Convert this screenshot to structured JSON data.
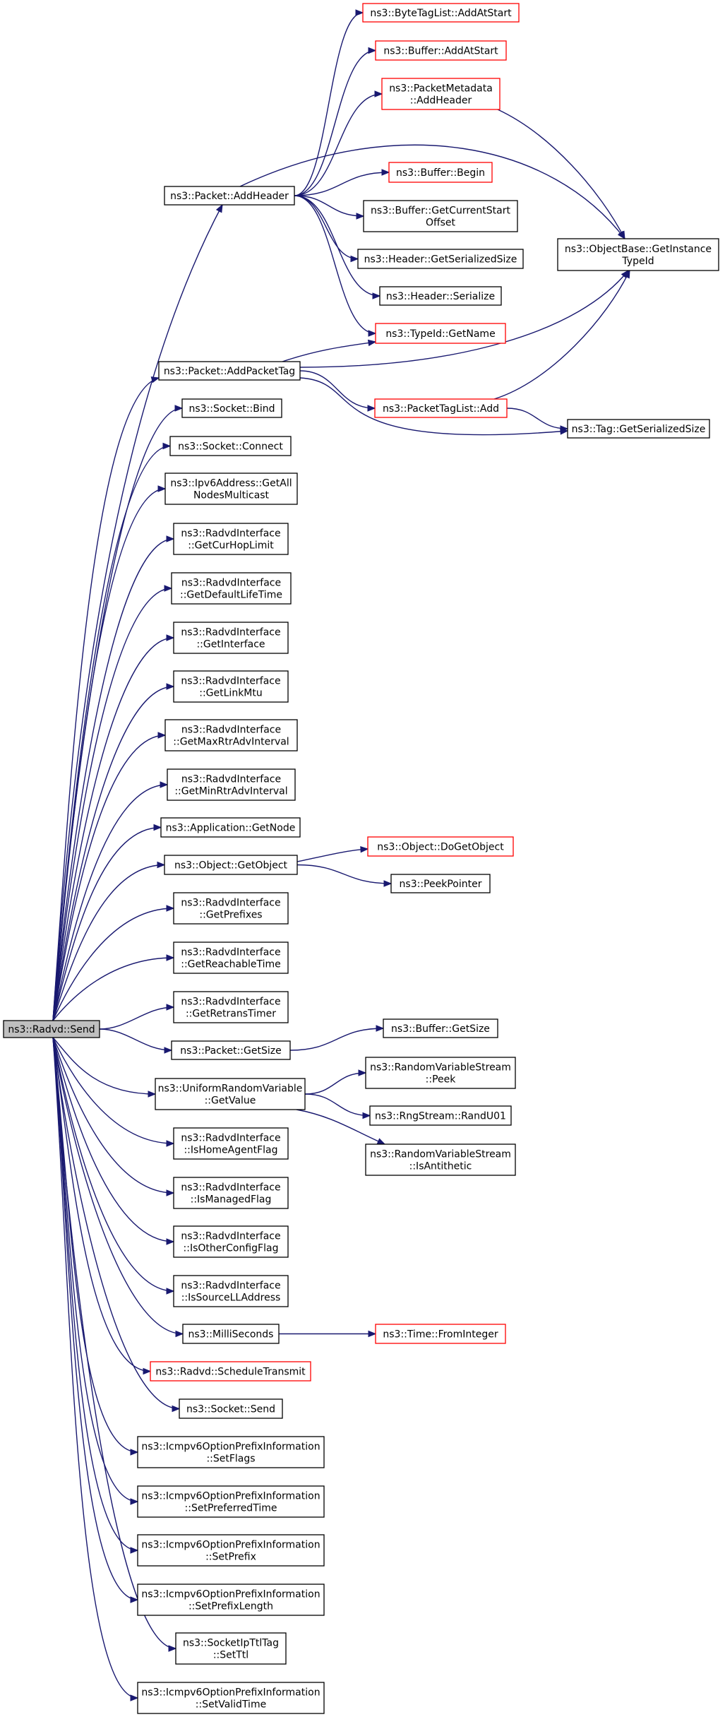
{
  "colors": {
    "edge": "#191970",
    "node_border": "#000000",
    "node_border_undocumented": "#ff0000",
    "root_fill": "#bfbfbf",
    "background": "#ffffff"
  },
  "nodes": [
    {
      "id": "radvd_send",
      "lines": [
        "ns3::Radvd::Send"
      ],
      "style": "root"
    },
    {
      "id": "packet_addheader",
      "lines": [
        "ns3::Packet::AddHeader"
      ],
      "style": "normal"
    },
    {
      "id": "bytetaglist_addatstart",
      "lines": [
        "ns3::ByteTagList::AddAtStart"
      ],
      "style": "red"
    },
    {
      "id": "buffer_addatstart",
      "lines": [
        "ns3::Buffer::AddAtStart"
      ],
      "style": "red"
    },
    {
      "id": "packetmetadata_addheader",
      "lines": [
        "ns3::PacketMetadata",
        "::AddHeader"
      ],
      "style": "red"
    },
    {
      "id": "buffer_begin",
      "lines": [
        "ns3::Buffer::Begin"
      ],
      "style": "red"
    },
    {
      "id": "buffer_getcurrentstartoffset",
      "lines": [
        "ns3::Buffer::GetCurrentStart",
        "Offset"
      ],
      "style": "normal"
    },
    {
      "id": "header_getserializedsize",
      "lines": [
        "ns3::Header::GetSerializedSize"
      ],
      "style": "normal"
    },
    {
      "id": "header_serialize",
      "lines": [
        "ns3::Header::Serialize"
      ],
      "style": "normal"
    },
    {
      "id": "typeid_getname",
      "lines": [
        "ns3::TypeId::GetName"
      ],
      "style": "red"
    },
    {
      "id": "objectbase_getinstancetypeid",
      "lines": [
        "ns3::ObjectBase::GetInstance",
        "TypeId"
      ],
      "style": "normal"
    },
    {
      "id": "packet_addpackettag",
      "lines": [
        "ns3::Packet::AddPacketTag"
      ],
      "style": "normal"
    },
    {
      "id": "packettaglist_add",
      "lines": [
        "ns3::PacketTagList::Add"
      ],
      "style": "red"
    },
    {
      "id": "tag_getserializedsize",
      "lines": [
        "ns3::Tag::GetSerializedSize"
      ],
      "style": "normal"
    },
    {
      "id": "socket_bind",
      "lines": [
        "ns3::Socket::Bind"
      ],
      "style": "normal"
    },
    {
      "id": "socket_connect",
      "lines": [
        "ns3::Socket::Connect"
      ],
      "style": "normal"
    },
    {
      "id": "ipv6address_getallnodesmulticast",
      "lines": [
        "ns3::Ipv6Address::GetAll",
        "NodesMulticast"
      ],
      "style": "normal"
    },
    {
      "id": "ri_getcurhoplimit",
      "lines": [
        "ns3::RadvdInterface",
        "::GetCurHopLimit"
      ],
      "style": "normal"
    },
    {
      "id": "ri_getdefaultlifetime",
      "lines": [
        "ns3::RadvdInterface",
        "::GetDefaultLifeTime"
      ],
      "style": "normal"
    },
    {
      "id": "ri_getinterface",
      "lines": [
        "ns3::RadvdInterface",
        "::GetInterface"
      ],
      "style": "normal"
    },
    {
      "id": "ri_getlinkmtu",
      "lines": [
        "ns3::RadvdInterface",
        "::GetLinkMtu"
      ],
      "style": "normal"
    },
    {
      "id": "ri_getmaxrtradvinterval",
      "lines": [
        "ns3::RadvdInterface",
        "::GetMaxRtrAdvInterval"
      ],
      "style": "normal"
    },
    {
      "id": "ri_getminrtradvinterval",
      "lines": [
        "ns3::RadvdInterface",
        "::GetMinRtrAdvInterval"
      ],
      "style": "normal"
    },
    {
      "id": "application_getnode",
      "lines": [
        "ns3::Application::GetNode"
      ],
      "style": "normal"
    },
    {
      "id": "object_getobject",
      "lines": [
        "ns3::Object::GetObject"
      ],
      "style": "normal"
    },
    {
      "id": "object_dogetobject",
      "lines": [
        "ns3::Object::DoGetObject"
      ],
      "style": "red"
    },
    {
      "id": "peekpointer",
      "lines": [
        "ns3::PeekPointer"
      ],
      "style": "normal"
    },
    {
      "id": "ri_getprefixes",
      "lines": [
        "ns3::RadvdInterface",
        "::GetPrefixes"
      ],
      "style": "normal"
    },
    {
      "id": "ri_getreachabletime",
      "lines": [
        "ns3::RadvdInterface",
        "::GetReachableTime"
      ],
      "style": "normal"
    },
    {
      "id": "ri_getretranstimer",
      "lines": [
        "ns3::RadvdInterface",
        "::GetRetransTimer"
      ],
      "style": "normal"
    },
    {
      "id": "packet_getsize",
      "lines": [
        "ns3::Packet::GetSize"
      ],
      "style": "normal"
    },
    {
      "id": "buffer_getsize",
      "lines": [
        "ns3::Buffer::GetSize"
      ],
      "style": "normal"
    },
    {
      "id": "urv_getvalue",
      "lines": [
        "ns3::UniformRandomVariable",
        "::GetValue"
      ],
      "style": "normal"
    },
    {
      "id": "rvs_peek",
      "lines": [
        "ns3::RandomVariableStream",
        "::Peek"
      ],
      "style": "normal"
    },
    {
      "id": "rngstream_randu01",
      "lines": [
        "ns3::RngStream::RandU01"
      ],
      "style": "normal"
    },
    {
      "id": "rvs_isantithetic",
      "lines": [
        "ns3::RandomVariableStream",
        "::IsAntithetic"
      ],
      "style": "normal"
    },
    {
      "id": "ri_ishomeagentflag",
      "lines": [
        "ns3::RadvdInterface",
        "::IsHomeAgentFlag"
      ],
      "style": "normal"
    },
    {
      "id": "ri_ismanagedflag",
      "lines": [
        "ns3::RadvdInterface",
        "::IsManagedFlag"
      ],
      "style": "normal"
    },
    {
      "id": "ri_isotherconfigflag",
      "lines": [
        "ns3::RadvdInterface",
        "::IsOtherConfigFlag"
      ],
      "style": "normal"
    },
    {
      "id": "ri_issourclladdress",
      "lines": [
        "ns3::RadvdInterface",
        "::IsSourceLLAddress"
      ],
      "style": "normal"
    },
    {
      "id": "milliseconds",
      "lines": [
        "ns3::MilliSeconds"
      ],
      "style": "normal"
    },
    {
      "id": "time_frominteger",
      "lines": [
        "ns3::Time::FromInteger"
      ],
      "style": "red"
    },
    {
      "id": "radvd_scheduletransmit",
      "lines": [
        "ns3::Radvd::ScheduleTransmit"
      ],
      "style": "red"
    },
    {
      "id": "socket_send",
      "lines": [
        "ns3::Socket::Send"
      ],
      "style": "normal"
    },
    {
      "id": "ic_setflags",
      "lines": [
        "ns3::Icmpv6OptionPrefixInformation",
        "::SetFlags"
      ],
      "style": "normal"
    },
    {
      "id": "ic_setpreferredtime",
      "lines": [
        "ns3::Icmpv6OptionPrefixInformation",
        "::SetPreferredTime"
      ],
      "style": "normal"
    },
    {
      "id": "ic_setprefix",
      "lines": [
        "ns3::Icmpv6OptionPrefixInformation",
        "::SetPrefix"
      ],
      "style": "normal"
    },
    {
      "id": "ic_setprefixlength",
      "lines": [
        "ns3::Icmpv6OptionPrefixInformation",
        "::SetPrefixLength"
      ],
      "style": "normal"
    },
    {
      "id": "socketipttltag_setttl",
      "lines": [
        "ns3::SocketIpTtlTag",
        "::SetTtl"
      ],
      "style": "normal"
    },
    {
      "id": "ic_setvalidtime",
      "lines": [
        "ns3::Icmpv6OptionPrefixInformation",
        "::SetValidTime"
      ],
      "style": "normal"
    }
  ],
  "edges": [
    [
      "radvd_send",
      "packet_addheader"
    ],
    [
      "radvd_send",
      "packet_addpackettag"
    ],
    [
      "radvd_send",
      "socket_bind"
    ],
    [
      "radvd_send",
      "socket_connect"
    ],
    [
      "radvd_send",
      "ipv6address_getallnodesmulticast"
    ],
    [
      "radvd_send",
      "ri_getcurhoplimit"
    ],
    [
      "radvd_send",
      "ri_getdefaultlifetime"
    ],
    [
      "radvd_send",
      "ri_getinterface"
    ],
    [
      "radvd_send",
      "ri_getlinkmtu"
    ],
    [
      "radvd_send",
      "ri_getmaxrtradvinterval"
    ],
    [
      "radvd_send",
      "ri_getminrtradvinterval"
    ],
    [
      "radvd_send",
      "application_getnode"
    ],
    [
      "radvd_send",
      "object_getobject"
    ],
    [
      "radvd_send",
      "ri_getprefixes"
    ],
    [
      "radvd_send",
      "ri_getreachabletime"
    ],
    [
      "radvd_send",
      "ri_getretranstimer"
    ],
    [
      "radvd_send",
      "packet_getsize"
    ],
    [
      "radvd_send",
      "urv_getvalue"
    ],
    [
      "radvd_send",
      "ri_ishomeagentflag"
    ],
    [
      "radvd_send",
      "ri_ismanagedflag"
    ],
    [
      "radvd_send",
      "ri_isotherconfigflag"
    ],
    [
      "radvd_send",
      "ri_issourclladdress"
    ],
    [
      "radvd_send",
      "milliseconds"
    ],
    [
      "radvd_send",
      "radvd_scheduletransmit"
    ],
    [
      "radvd_send",
      "socket_send"
    ],
    [
      "radvd_send",
      "ic_setflags"
    ],
    [
      "radvd_send",
      "ic_setpreferredtime"
    ],
    [
      "radvd_send",
      "ic_setprefix"
    ],
    [
      "radvd_send",
      "ic_setprefixlength"
    ],
    [
      "radvd_send",
      "socketipttltag_setttl"
    ],
    [
      "radvd_send",
      "ic_setvalidtime"
    ],
    [
      "packet_addheader",
      "bytetaglist_addatstart"
    ],
    [
      "packet_addheader",
      "buffer_addatstart"
    ],
    [
      "packet_addheader",
      "packetmetadata_addheader"
    ],
    [
      "packet_addheader",
      "buffer_begin"
    ],
    [
      "packet_addheader",
      "buffer_getcurrentstartoffset"
    ],
    [
      "packet_addheader",
      "header_getserializedsize"
    ],
    [
      "packet_addheader",
      "header_serialize"
    ],
    [
      "packet_addheader",
      "typeid_getname"
    ],
    [
      "packet_addheader",
      "objectbase_getinstancetypeid"
    ],
    [
      "packetmetadata_addheader",
      "objectbase_getinstancetypeid"
    ],
    [
      "packet_addpackettag",
      "typeid_getname"
    ],
    [
      "packet_addpackettag",
      "objectbase_getinstancetypeid"
    ],
    [
      "packet_addpackettag",
      "packettaglist_add"
    ],
    [
      "packet_addpackettag",
      "tag_getserializedsize"
    ],
    [
      "packettaglist_add",
      "objectbase_getinstancetypeid"
    ],
    [
      "packettaglist_add",
      "tag_getserializedsize"
    ],
    [
      "object_getobject",
      "object_dogetobject"
    ],
    [
      "object_getobject",
      "peekpointer"
    ],
    [
      "packet_getsize",
      "buffer_getsize"
    ],
    [
      "urv_getvalue",
      "rvs_peek"
    ],
    [
      "urv_getvalue",
      "rngstream_randu01"
    ],
    [
      "urv_getvalue",
      "rvs_isantithetic"
    ],
    [
      "milliseconds",
      "time_frominteger"
    ]
  ]
}
